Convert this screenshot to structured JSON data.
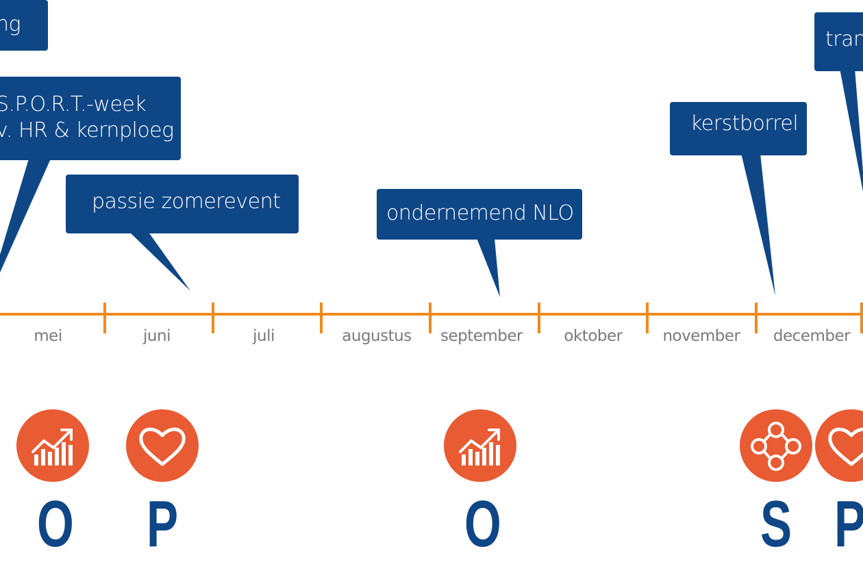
{
  "callouts": [
    {
      "id": "c1",
      "lines": [
        "ng"
      ]
    },
    {
      "id": "c2",
      "lines": [
        "S.P.O.R.T.-week",
        "v. HR & kernploeg"
      ]
    },
    {
      "id": "c3",
      "lines": [
        "passie zomerevent"
      ]
    },
    {
      "id": "c4",
      "lines": [
        "ondernemend NLO"
      ]
    },
    {
      "id": "c5",
      "lines": [
        "kerstborrel"
      ]
    },
    {
      "id": "c6",
      "lines": [
        "tran"
      ]
    }
  ],
  "months": [
    "mei",
    "juni",
    "juli",
    "augustus",
    "september",
    "oktober",
    "november",
    "december"
  ],
  "markers": [
    {
      "icon": "growth-chart-icon",
      "letter": "O"
    },
    {
      "icon": "heart-icon",
      "letter": "P"
    },
    {
      "icon": "growth-chart-icon",
      "letter": "O"
    },
    {
      "icon": "network-nodes-icon",
      "letter": "S"
    },
    {
      "icon": "heart-icon",
      "letter": "P"
    }
  ],
  "colors": {
    "timeline": "#f08a1c",
    "callout": "#0f4686",
    "marker": "#e85b33",
    "month_text": "#7a7a7a"
  }
}
